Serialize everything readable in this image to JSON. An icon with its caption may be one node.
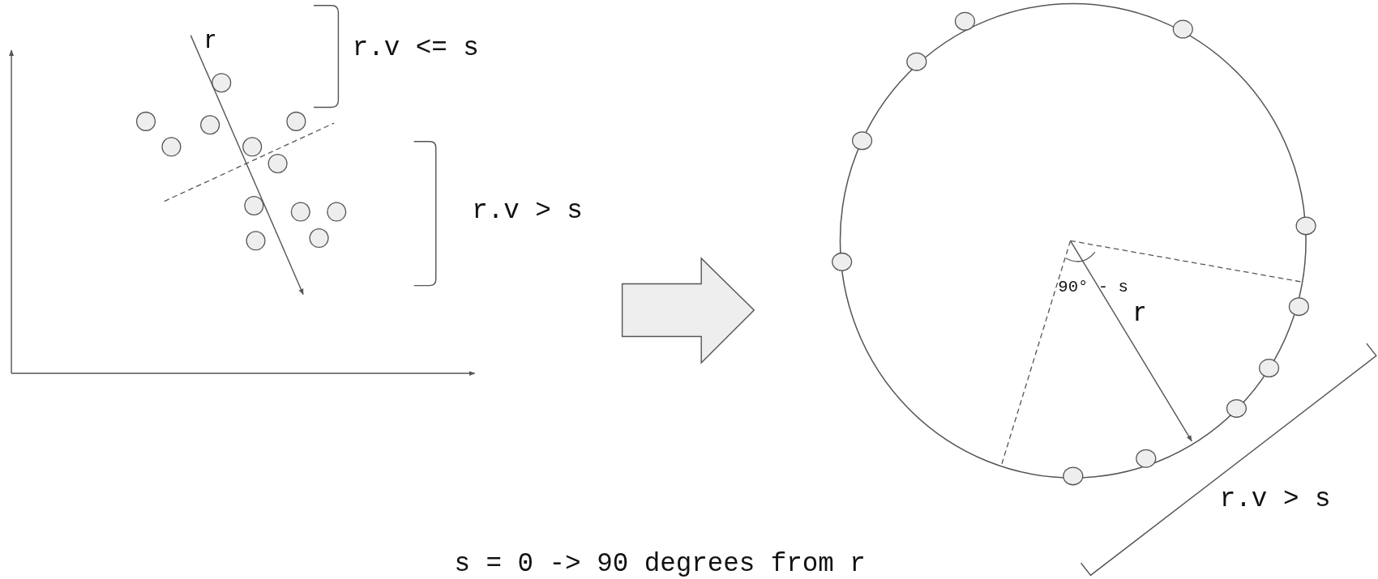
{
  "diagram": {
    "labels": [
      "r",
      "r.v <= s",
      "r.v > s",
      "90° - s",
      "r",
      "r.v > s",
      "s = 0 -> 90 degrees from r"
    ]
  }
}
